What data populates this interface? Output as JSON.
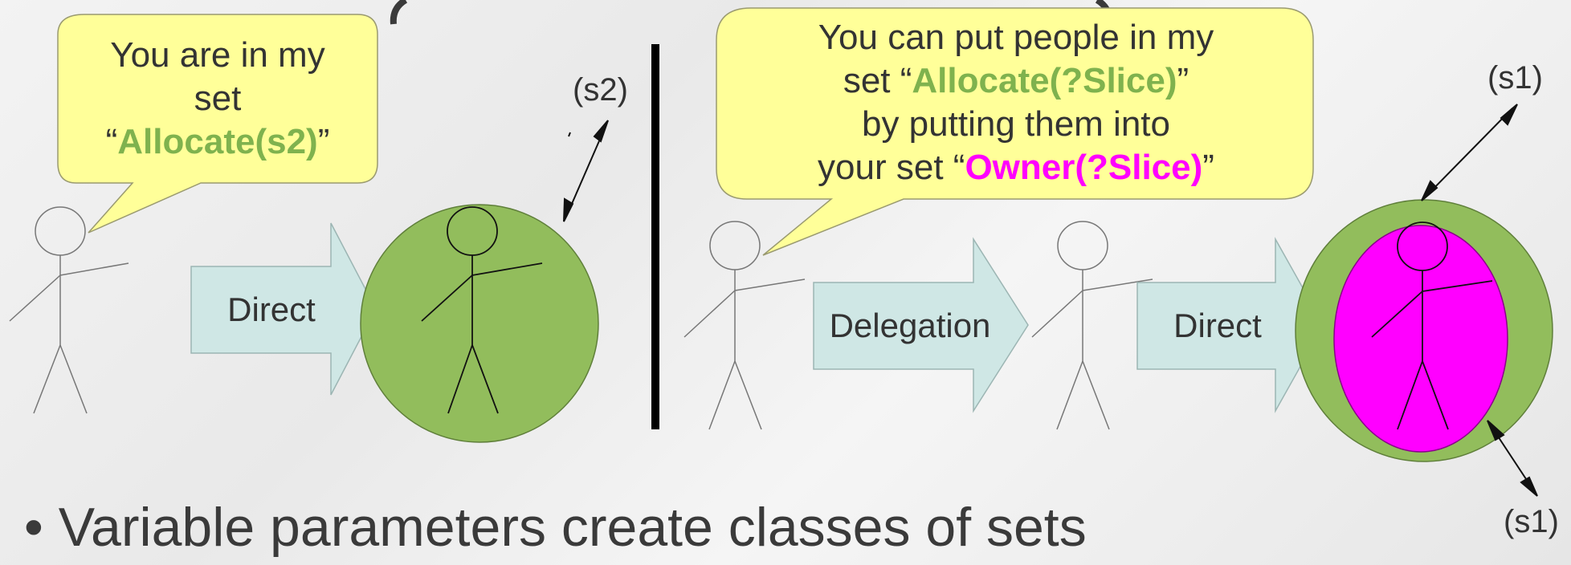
{
  "bubble_left": {
    "line1": "You are in my",
    "line2": "set",
    "quote_open": "“",
    "set_name": "Allocate(s2)",
    "quote_close": "”"
  },
  "bubble_right": {
    "line1": "You can put people in my",
    "line2_prefix": "set “",
    "line2_set": "Allocate(?Slice)",
    "line2_suffix": "”",
    "line3": "by putting them into",
    "line4_prefix": "your set “",
    "line4_set": "Owner(?Slice)",
    "line4_suffix": "”"
  },
  "arrows": {
    "left_direct": "Direct",
    "delegation": "Delegation",
    "right_direct": "Direct"
  },
  "params": {
    "left_s2": "(s2)",
    "right_top_s1": "(s1)",
    "right_bottom_s1": "(s1)"
  },
  "bullet": {
    "symbol": "•",
    "text": "Variable parameters create classes of sets"
  },
  "colors": {
    "bubble_fill": "#ffff99",
    "arrow_fill": "#cfe7e5",
    "set_green": "#92bd5c",
    "set_magenta": "#ff00ff",
    "text_green": "#7fb24e",
    "text_magenta": "#ff00ff"
  }
}
